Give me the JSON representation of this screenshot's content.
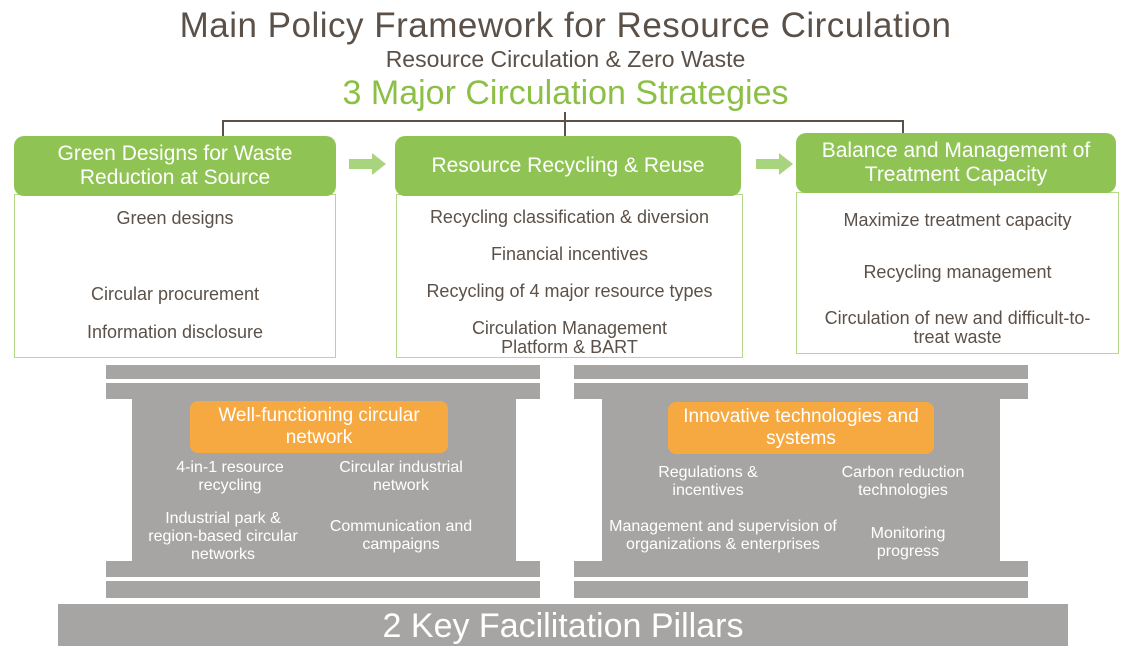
{
  "header": {
    "main_title": "Main Policy Framework for Resource Circulation",
    "sub_title": "Resource Circulation & Zero Waste",
    "strategies_title": "3 Major Circulation Strategies"
  },
  "strategies": [
    {
      "title": "Green Designs for Waste Reduction at Source",
      "items": [
        "Green designs",
        "Circular procurement",
        "Information disclosure"
      ]
    },
    {
      "title": "Resource Recycling & Reuse",
      "items": [
        "Recycling classification & diversion",
        "Financial incentives",
        "Recycling of 4 major resource types",
        "Circulation Management Platform & BART"
      ]
    },
    {
      "title": "Balance and Management of Treatment Capacity",
      "items": [
        "Maximize treatment capacity",
        "Recycling management",
        "Circulation of new and difficult-to-treat waste"
      ]
    }
  ],
  "pillars": [
    {
      "title": "Well-functioning circular network",
      "items": [
        "4-in-1 resource recycling",
        "Circular industrial network",
        "Industrial park & region-based circular networks",
        "Communication and campaigns"
      ]
    },
    {
      "title": "Innovative technologies and systems",
      "items": [
        "Regulations & incentives",
        "Carbon reduction technologies",
        "Management and supervision of organizations & enterprises",
        "Monitoring progress"
      ]
    }
  ],
  "footer": {
    "label": "2 Key Facilitation Pillars"
  },
  "colors": {
    "green": "#8fc454",
    "orange": "#f7a941",
    "gray": "#a7a5a4",
    "text": "#5b5148"
  }
}
